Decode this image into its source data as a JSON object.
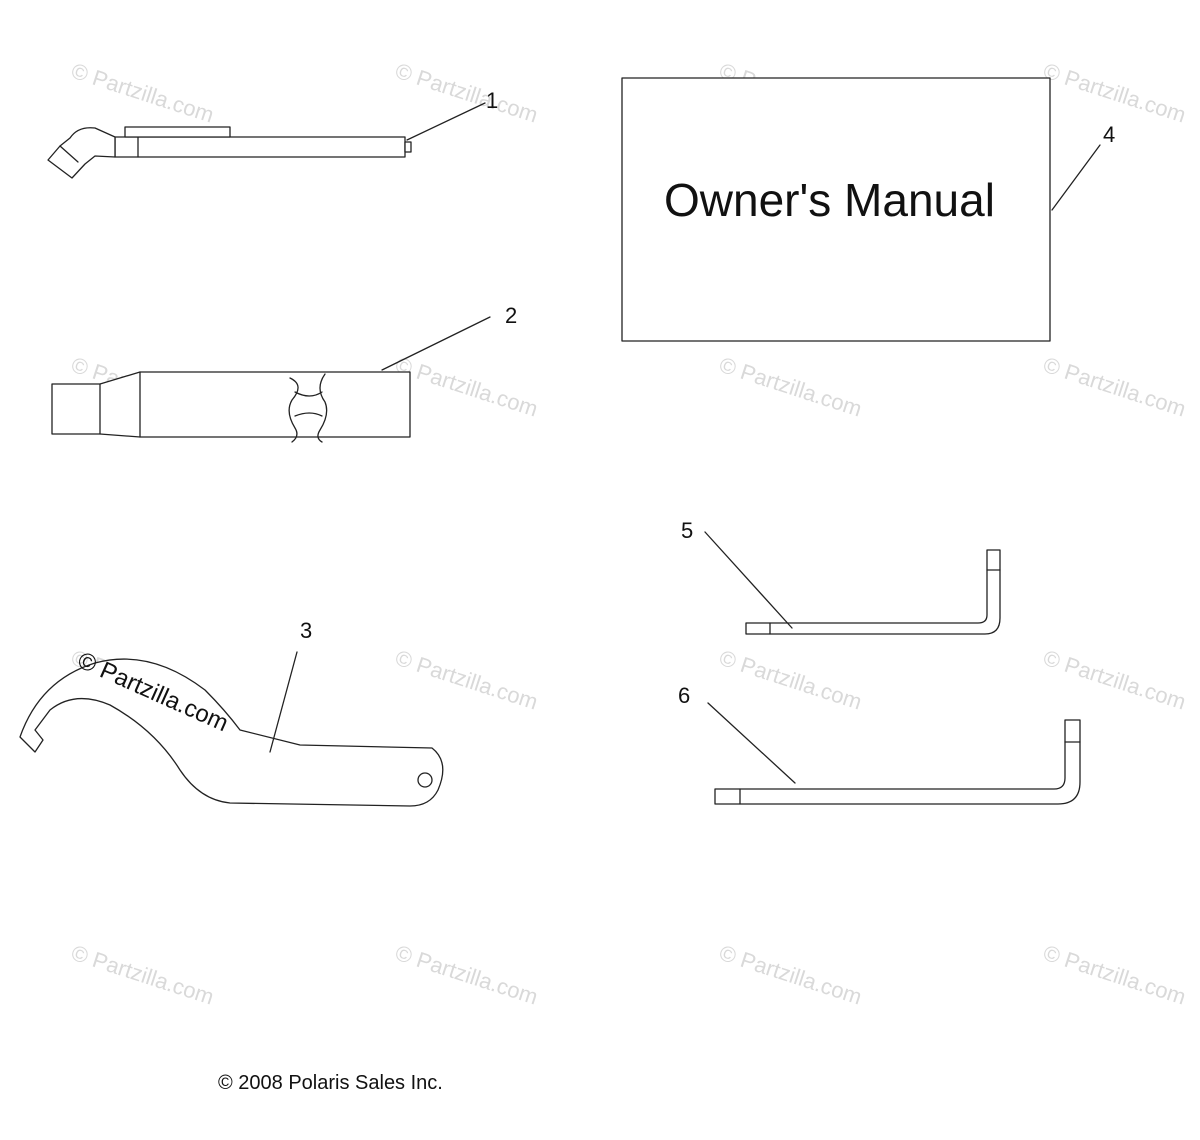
{
  "diagram": {
    "callouts": [
      "1",
      "2",
      "3",
      "4",
      "5",
      "6"
    ],
    "manual_title": "Owner's Manual",
    "copyright": "© 2008 Polaris Sales Inc.",
    "watermark": "© Partzilla.com",
    "part_parts": [
      "tire-pressure-gauge",
      "spark-plug-socket",
      "spanner-wrench",
      "owners-manual",
      "hex-key-small",
      "hex-key-large"
    ]
  }
}
